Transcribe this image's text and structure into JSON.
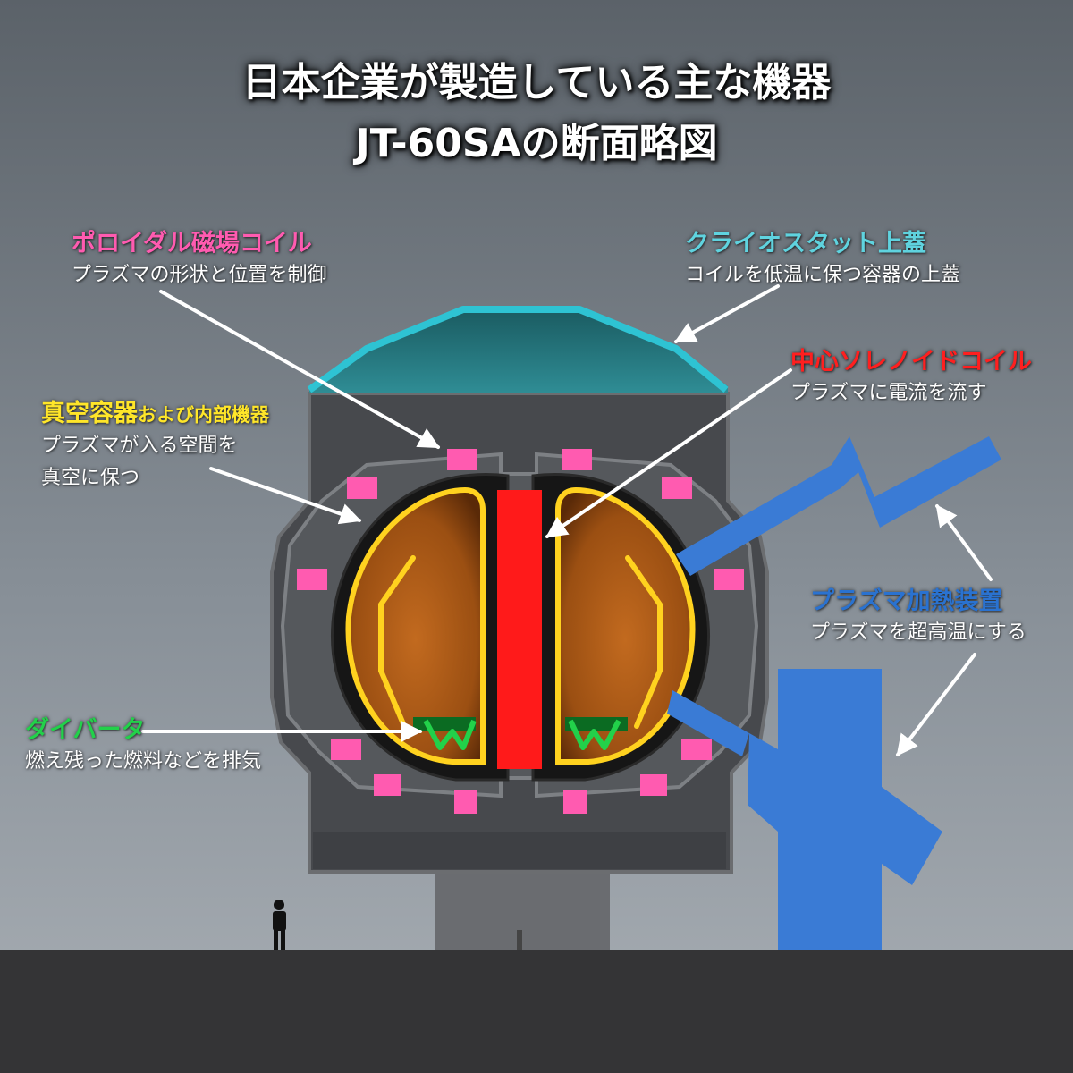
{
  "title": {
    "line1": "日本企業が製造している主な機器",
    "line2": "JT-60SAの断面略図"
  },
  "labels": {
    "poloidal": {
      "heading": "ポロイダル磁場コイル",
      "desc": "プラズマの形状と位置を制御"
    },
    "cryostat": {
      "heading": "クライオスタット上蓋",
      "desc": "コイルを低温に保つ容器の上蓋"
    },
    "solenoid": {
      "heading": "中心ソレノイドコイル",
      "desc": "プラズマに電流を流す"
    },
    "vessel": {
      "heading": "真空容器",
      "heading_small": "および内部機器",
      "desc1": "プラズマが入る空間を",
      "desc2": "真空に保つ"
    },
    "heating": {
      "heading": "プラズマ加熱装置",
      "desc": "プラズマを超高温にする"
    },
    "divertor": {
      "heading": "ダイバータ",
      "desc": "燃え残った燃料などを排気"
    }
  },
  "colors": {
    "poloidal": "#ff5bb0",
    "cryostat": "#5fd3df",
    "solenoid": "#ff1f1f",
    "vessel": "#ffe629",
    "heating": "#3a7bd5",
    "divertor": "#22d14a",
    "text": "#ffffff"
  }
}
